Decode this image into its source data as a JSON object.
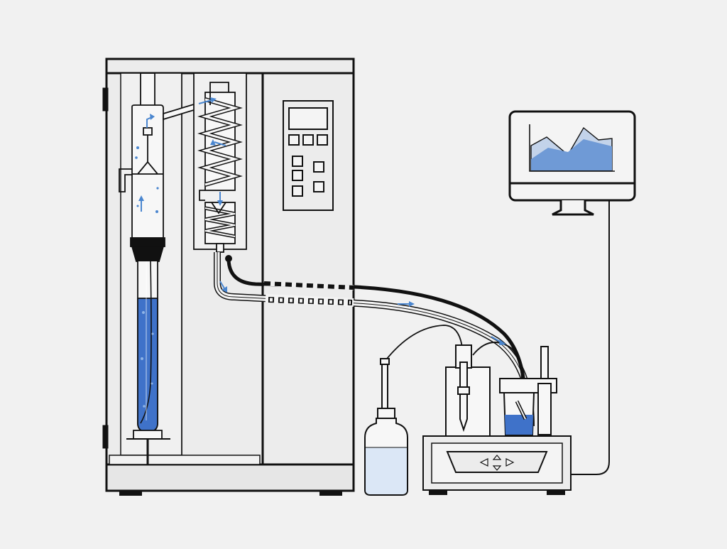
{
  "diagram": {
    "colors": {
      "background": "#f1f1f1",
      "line": "#111111",
      "panel": "#ececec",
      "fill_white": "#f7f7f7",
      "liquid": "#3f72c9",
      "liquid_light": "#dbe7f6",
      "chart_dark": "#6f9ad6",
      "chart_light": "#c3d3ea",
      "arrow": "#4a86cf"
    },
    "components": [
      {
        "id": "distillation-unit",
        "icon": "distillation-cabinet-icon"
      },
      {
        "id": "condenser",
        "icon": "coil-condenser-icon"
      },
      {
        "id": "control-panel",
        "icon": "keypad-display-icon"
      },
      {
        "id": "monitor",
        "icon": "monitor-area-chart-icon"
      },
      {
        "id": "reagent-bottle",
        "icon": "wash-bottle-icon"
      },
      {
        "id": "titrator",
        "icon": "titration-stage-icon"
      }
    ],
    "control_buttons": [
      "direction-left",
      "direction-up",
      "direction-down",
      "direction-right"
    ]
  }
}
